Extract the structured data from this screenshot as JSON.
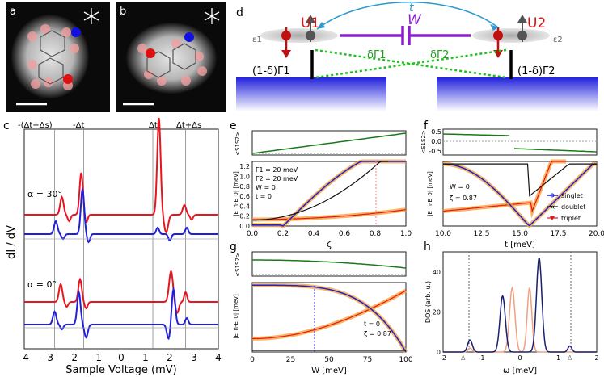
{
  "panels": {
    "a": {
      "letter": "a"
    },
    "b": {
      "letter": "b"
    },
    "c": {
      "letter": "c",
      "xlabel": "Sample Voltage (mV)",
      "ylabel": "dI / dV",
      "alpha_top": "α = 30°",
      "alpha_bottom": "α =  0°",
      "top_labels": [
        "-(Δt+Δs)",
        "-Δt",
        "Δt",
        "Δt+Δs"
      ],
      "xticks": [
        "-4",
        "-3",
        "-2",
        "-1",
        "0",
        "1",
        "2",
        "3",
        "4"
      ]
    },
    "d": {
      "letter": "d",
      "U1": "U1",
      "U2": "U2",
      "t": "t",
      "W": "W",
      "eps1": "ε1",
      "eps2": "ε2",
      "dG1": "δΓ1",
      "dG2": "δΓ2",
      "G1": "(1-δ)Γ1",
      "G2": "(1-δ)Γ2"
    },
    "e": {
      "letter": "e",
      "ylabel_top": "<S1S2>",
      "ylabel": "|E_n-E_0| [meV]",
      "xlabel": "ζ",
      "params": [
        "Γ1 = 20 meV",
        "Γ2 = 20 meV",
        "W = 0",
        "t = 0"
      ],
      "xticks": [
        "0.0",
        "0.2",
        "0.4",
        "0.6",
        "0.8",
        "1.0"
      ],
      "yticks": [
        "0.0",
        "0.2",
        "0.4",
        "0.6",
        "0.8",
        "1.0",
        "1.2"
      ]
    },
    "f": {
      "letter": "f",
      "ylabel_top": "<S1S2>",
      "ylabel": "|E_n-E_0| [meV]",
      "xlabel": "t [meV]",
      "params": [
        "W = 0",
        "ζ = 0.87"
      ],
      "legend": [
        "singlet",
        "doublet",
        "triplet"
      ],
      "xticks": [
        "10.0",
        "12.5",
        "15.0",
        "17.5",
        "20.0"
      ],
      "yticks_top": [
        "0.5",
        "0.0",
        "-0.5"
      ]
    },
    "g": {
      "letter": "g",
      "ylabel_top": "<S1S2>",
      "ylabel": "|E_n-E_0| [meV]",
      "xlabel": "W [meV]",
      "params": [
        "t = 0",
        "ζ = 0.87"
      ],
      "xticks": [
        "0",
        "25",
        "50",
        "75",
        "100"
      ]
    },
    "h": {
      "letter": "h",
      "ylabel": "DOS (arb. u.)",
      "xlabel": "ω [meV]",
      "xticks": [
        "-2",
        "-1",
        "0",
        "1",
        "2"
      ],
      "yticks": [
        "0",
        "20",
        "40"
      ],
      "delta": "Δ"
    }
  },
  "colors": {
    "red": "#e8141e",
    "blue": "#2020d8",
    "green": "#1a7a1a",
    "orange": "#f2a23a",
    "purple": "#8a20c8",
    "navy": "#1b1f6e",
    "salmon": "#f0a080"
  }
}
